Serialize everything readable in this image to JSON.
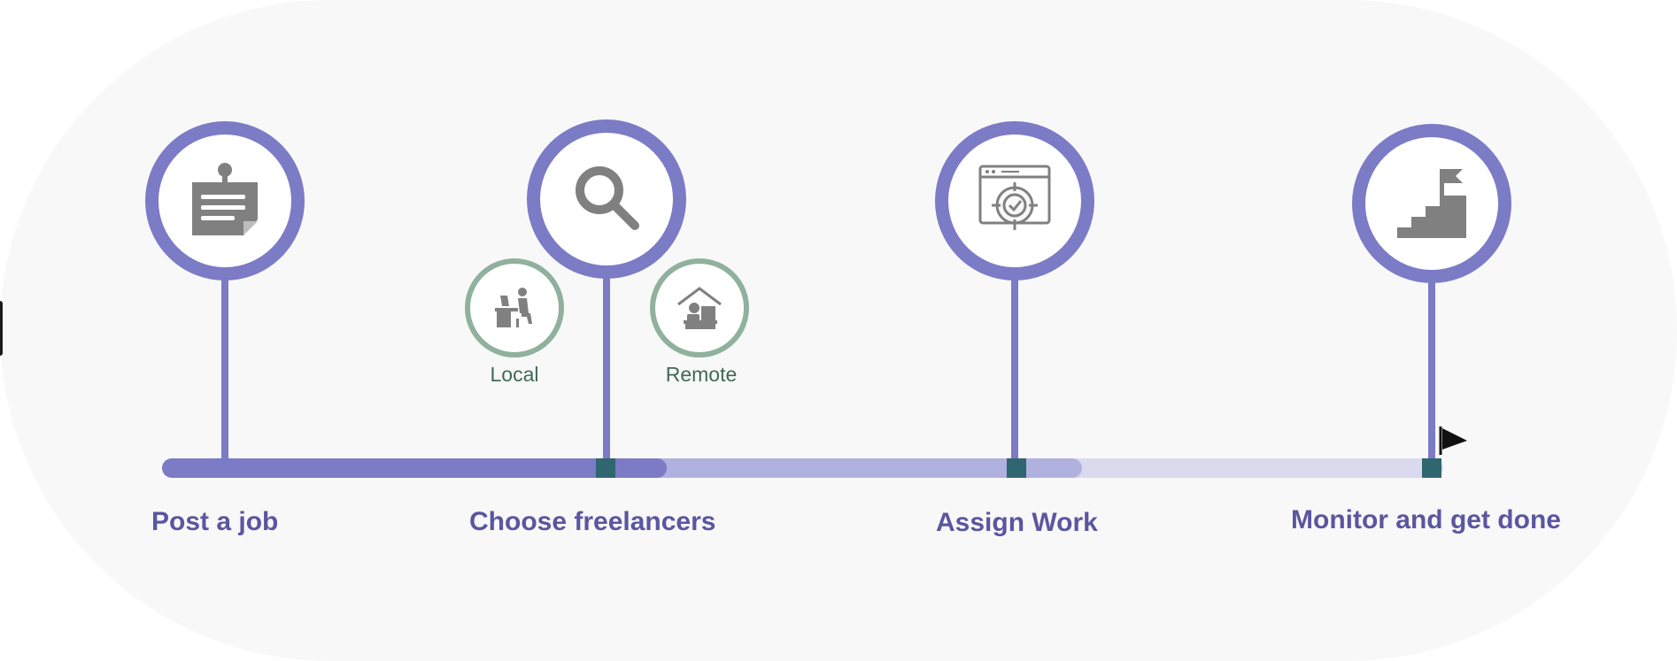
{
  "steps": [
    {
      "label": "Post a job",
      "icon": "job-board-icon"
    },
    {
      "label": "Choose freelancers",
      "icon": "search-icon"
    },
    {
      "label": "Assign Work",
      "icon": "target-window-icon"
    },
    {
      "label": "Monitor and get done",
      "icon": "stairs-flag-icon"
    }
  ],
  "options": [
    {
      "label": "Local",
      "icon": "desk-worker-icon"
    },
    {
      "label": "Remote",
      "icon": "home-worker-icon"
    }
  ],
  "colors": {
    "primary": "#7b7bc6",
    "track_mid": "#b1b1df",
    "track_light": "#dadaef",
    "node": "#2f6670",
    "option_ring": "#8fb19d",
    "option_text": "#3f6a55",
    "step_text": "#5a56a0",
    "icon": "#808080"
  },
  "end_marker": "flag-icon"
}
